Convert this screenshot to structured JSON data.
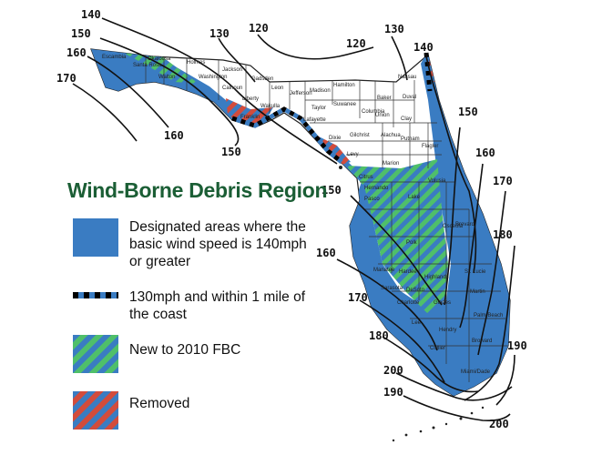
{
  "legend": {
    "title": "Wind-Borne Debris Region",
    "items": [
      {
        "key": "designated",
        "text": "Designated areas where the basic wind speed is 140mph or greater",
        "line1": "Designated areas where the",
        "line2": "basic wind speed is 140mph",
        "line3": "or greater",
        "color": "#3a7cc2"
      },
      {
        "key": "coastal_mile",
        "text": "130mph and within 1 mile of the coast",
        "line1": "130mph and within 1 mile of",
        "line2": "the coast",
        "colors": [
          "#000000",
          "#3a7cc2"
        ]
      },
      {
        "key": "new_2010",
        "text": "New to 2010 FBC",
        "line1": "New to 2010 FBC",
        "colors": [
          "#3a7cc2",
          "#4fbf6a"
        ]
      },
      {
        "key": "removed",
        "text": "Removed",
        "line1": "Removed",
        "colors": [
          "#3a7cc2",
          "#d24c3c"
        ]
      }
    ]
  },
  "wind_speed_labels": [
    "140",
    "150",
    "160",
    "170",
    "160",
    "150",
    "130",
    "120",
    "120",
    "130",
    "140",
    "150",
    "160",
    "170",
    "180",
    "150",
    "160",
    "170",
    "180",
    "190",
    "200",
    "190",
    "200"
  ],
  "counties": [
    "Holmes",
    "Jackson",
    "Gadsden",
    "Leon",
    "Jefferson",
    "Madison",
    "Hamilton",
    "Baker",
    "Nassau",
    "Duval",
    "Suwanee",
    "Taylor",
    "Lafayette",
    "Columbia",
    "Union",
    "Clay",
    "Alachua",
    "Putnam",
    "Flagler",
    "Marion",
    "Levy",
    "Dixie",
    "Gilchrist",
    "Wakulla",
    "Liberty",
    "Calhoun",
    "Washington",
    "Franklin",
    "Walton",
    "Santa Rosa",
    "Escambia",
    "Okaloosa",
    "Lake",
    "Pasco",
    "Hernando",
    "Citrus",
    "Polk",
    "Osceola",
    "Highlands",
    "Hardee",
    "Manatee",
    "Sarasota",
    "Charlotte",
    "DeSoto",
    "Glades",
    "Lee",
    "Collier",
    "Hendry",
    "Broward",
    "Miami/Dade",
    "Palm Beach",
    "Martin",
    "St. Lucie",
    "Brevard",
    "Volusia"
  ]
}
